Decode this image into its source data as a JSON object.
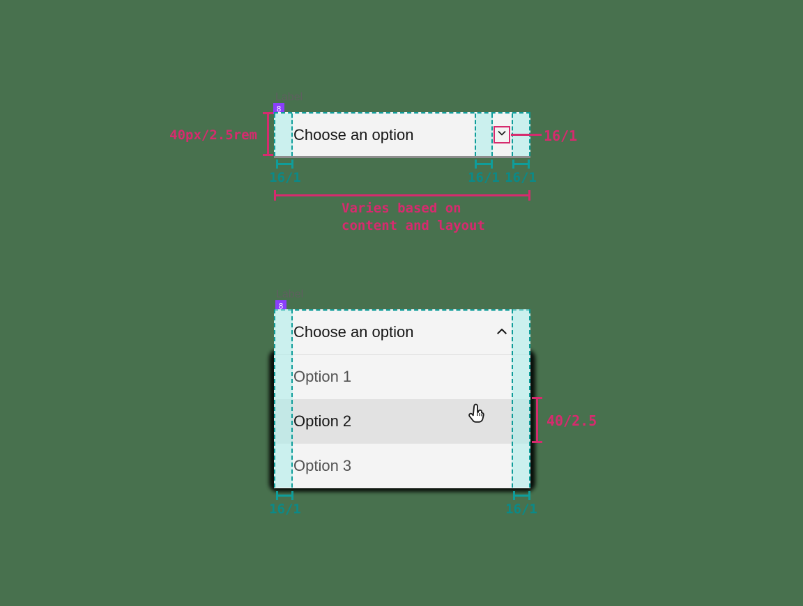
{
  "colors": {
    "background": "#48714e",
    "annotation_teal": "#0f9d9a",
    "annotation_teal_text": "#0b8a88",
    "annotation_pink": "#d62b6e",
    "token_purple": "#8a3ffc",
    "field_background": "#f3f3f3",
    "field_bottom_border": "#8d8d8d",
    "text_primary": "#161616",
    "text_secondary": "#525252",
    "option_hover_background": "#e2e2e2"
  },
  "top_spec": {
    "field_label": "Label",
    "token_badge": "8",
    "placeholder": "Choose an option",
    "height_annotation": "40px/2.5rem",
    "chevron_annotation": "16/1",
    "left_padding_annotation": "16/1",
    "inner_right_annotation": "16/1",
    "right_padding_annotation": "16/1",
    "width_note_line1": "Varies based on",
    "width_note_line2": "content and layout"
  },
  "open_spec": {
    "field_label": "Label",
    "token_badge": "8",
    "selected_text": "Choose an option",
    "options": [
      "Option 1",
      "Option 2",
      "Option 3"
    ],
    "hovered_option": "Option 2",
    "row_height_annotation": "40/2.5",
    "left_padding_annotation": "16/1",
    "right_padding_annotation": "16/1"
  }
}
